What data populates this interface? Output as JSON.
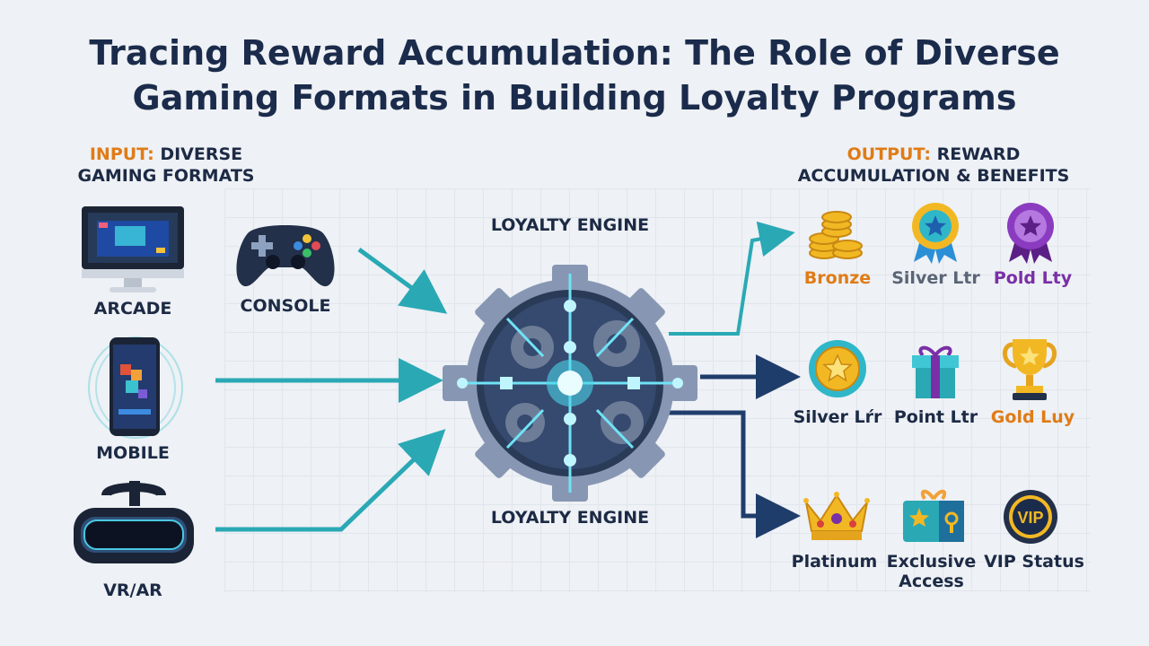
{
  "title": {
    "line1": "Tracing Reward Accumulation: The Role of Diverse",
    "line2": "Gaming Formats in Building Loyalty Programs"
  },
  "input_header": {
    "prefix": "INPUT:",
    "line1_rest": "DIVERSE",
    "line2": "GAMING FORMATS"
  },
  "output_header": {
    "prefix": "OUTPUT:",
    "line1_rest": "REWARD",
    "line2": "ACCUMULATION & BENEFITS"
  },
  "inputs": {
    "arcade": "ARCADE",
    "console": "CONSOLE",
    "mobile": "MOBILE",
    "vr": "VR/AR"
  },
  "engine": {
    "top_label": "LOYALTY ENGINE",
    "bottom_label": "LOYALTY ENGINE"
  },
  "rewards": {
    "row1": [
      "Bronze",
      "Silver Ltr",
      "Pold Lty"
    ],
    "row2": [
      "Silver Lŕr",
      "Point Ltr",
      "Gold Luy"
    ],
    "row3": [
      "Platinum",
      "Exclusive",
      "Access",
      "VIP Status"
    ]
  },
  "vip_badge_text": "VIP",
  "colors": {
    "title": "#1b2b4b",
    "accent_orange": "#e07b16",
    "teal_arrow": "#2aa9b5",
    "navy_arrow": "#1f3d6b",
    "purple": "#7a2fa6",
    "gold": "#f2b824"
  },
  "icons": [
    "monitor-icon",
    "gamepad-icon",
    "smartphone-icon",
    "vr-headset-icon",
    "gear-engine-icon",
    "coins-icon",
    "star-rosette-icon",
    "purple-rosette-icon",
    "star-medal-icon",
    "gift-box-icon",
    "trophy-icon",
    "crown-icon",
    "ticket-icon",
    "vip-badge-icon"
  ]
}
